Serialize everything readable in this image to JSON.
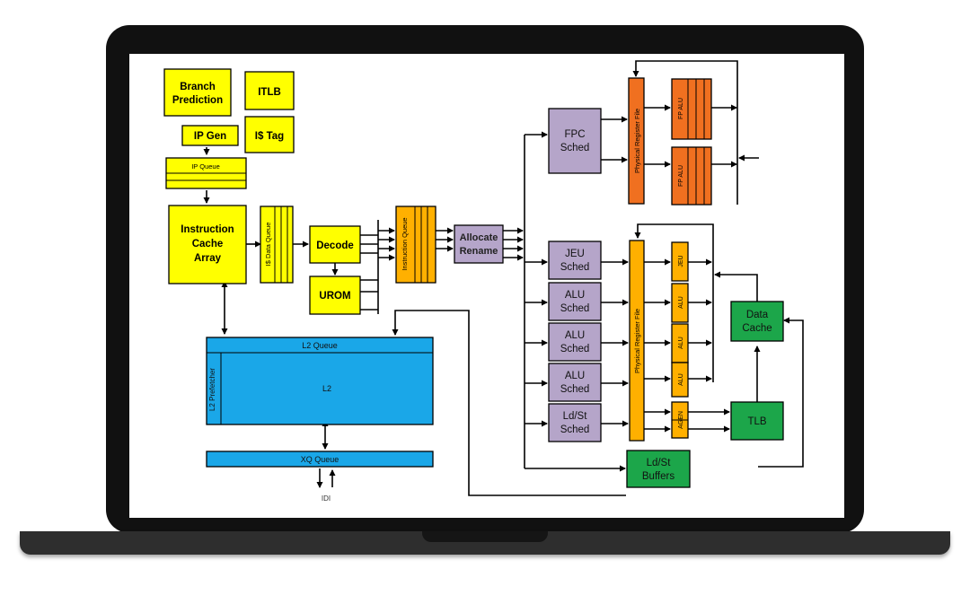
{
  "blocks": {
    "branch_prediction": [
      "Branch",
      "Prediction"
    ],
    "itlb": "ITLB",
    "ip_gen": "IP Gen",
    "i_tag": "I$ Tag",
    "ip_queue": "IP Queue",
    "instruction_cache": [
      "Instruction",
      "Cache",
      "Array"
    ],
    "i_data_queue": "I$ Data Queue",
    "decode": "Decode",
    "urom": "UROM",
    "instruction_queue": "Instruction Queue",
    "allocate_rename": [
      "Allocate",
      "Rename"
    ],
    "fpc_sched": [
      "FPC",
      "Sched"
    ],
    "physical_register_file_fp": "Physical Register File",
    "fp_alu_1": "FP ALU",
    "fp_alu_2": "FP ALU",
    "jeu_sched": [
      "JEU",
      "Sched"
    ],
    "alu_sched_1": [
      "ALU",
      "Sched"
    ],
    "alu_sched_2": [
      "ALU",
      "Sched"
    ],
    "alu_sched_3": [
      "ALU",
      "Sched"
    ],
    "ldst_sched": [
      "Ld/St",
      "Sched"
    ],
    "physical_register_file_int": "Physical Register File",
    "jeu": "JEU",
    "alu_1": "ALU",
    "alu_2": "ALU",
    "alu_3": "ALU",
    "agen": "AGEN",
    "data_cache": [
      "Data",
      "Cache"
    ],
    "tlb": "TLB",
    "ldst_buffers": [
      "Ld/St",
      "Buffers"
    ],
    "l2_queue": "L2 Queue",
    "l2": "L2",
    "l2_prefetcher": "L2 Prefetcher",
    "xq_queue": "XQ Queue",
    "idi": "IDI"
  },
  "colors": {
    "yellow": "#ffff00",
    "orange": "#ffb000",
    "purple": "#b5a5c9",
    "fp_orange": "#f07020",
    "green": "#1ca64a",
    "blue": "#1aa7e8"
  }
}
